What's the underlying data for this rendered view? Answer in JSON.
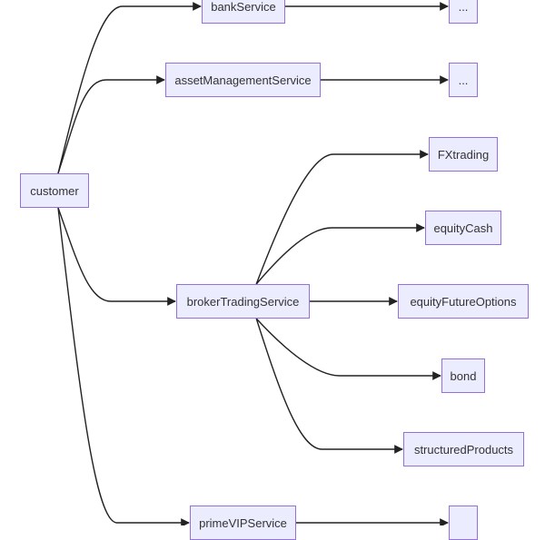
{
  "diagram": {
    "nodes": {
      "customer": "customer",
      "bank": "bankService",
      "asset": "assetManagementService",
      "broker": "brokerTradingService",
      "prime": "primeVIPService",
      "bank_child": "...",
      "asset_child": "...",
      "fx": "FXtrading",
      "equity_cash": "equityCash",
      "equity_future": "equityFutureOptions",
      "bond": "bond",
      "structured": "structuredProducts",
      "prime_child": ""
    },
    "edges": [
      [
        "customer",
        "bank"
      ],
      [
        "customer",
        "asset"
      ],
      [
        "customer",
        "broker"
      ],
      [
        "customer",
        "prime"
      ],
      [
        "bank",
        "bank_child"
      ],
      [
        "asset",
        "asset_child"
      ],
      [
        "broker",
        "fx"
      ],
      [
        "broker",
        "equity_cash"
      ],
      [
        "broker",
        "equity_future"
      ],
      [
        "broker",
        "bond"
      ],
      [
        "broker",
        "structured"
      ],
      [
        "prime",
        "prime_child"
      ]
    ],
    "colors": {
      "node_fill": "#ececff",
      "node_border": "#9370db",
      "edge": "#222222"
    }
  }
}
